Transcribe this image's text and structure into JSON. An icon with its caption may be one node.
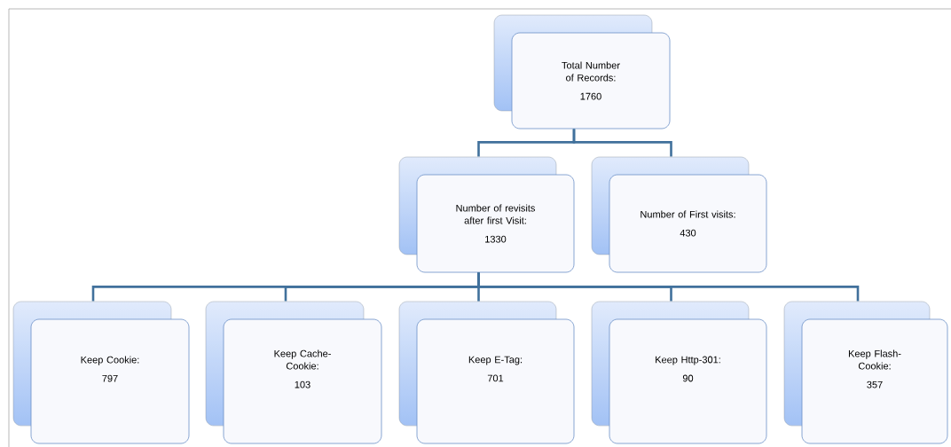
{
  "diagram": {
    "nodes": [
      {
        "text": [
          "Total Number of Records:",
          "1760"
        ]
      },
      {
        "text": [
          "Number of revisits after first Visit:",
          "1330"
        ]
      },
      {
        "text": [
          "Number of First visits:",
          "430"
        ]
      },
      {
        "text": [
          "Keep Cookie:",
          "797"
        ]
      },
      {
        "text": [
          "Keep Cache-Cookie:",
          "103"
        ]
      },
      {
        "text": [
          "Keep E-Tag:",
          "701"
        ]
      },
      {
        "text": [
          "Keep Http-301:",
          "90"
        ]
      },
      {
        "text": [
          "Keep Flash-Cookie:",
          "357"
        ]
      }
    ],
    "edges": [
      {
        "from": 0,
        "to": 1,
        "arrow": "none"
      },
      {
        "from": 0,
        "to": 2,
        "arrow": "none"
      },
      {
        "from": 1,
        "to": 3,
        "arrow": "none"
      },
      {
        "from": 1,
        "to": 4,
        "arrow": "none"
      },
      {
        "from": 1,
        "to": 5,
        "arrow": "none"
      },
      {
        "from": 1,
        "to": 6,
        "arrow": "none"
      },
      {
        "from": 1,
        "to": 7,
        "arrow": "none"
      }
    ]
  }
}
